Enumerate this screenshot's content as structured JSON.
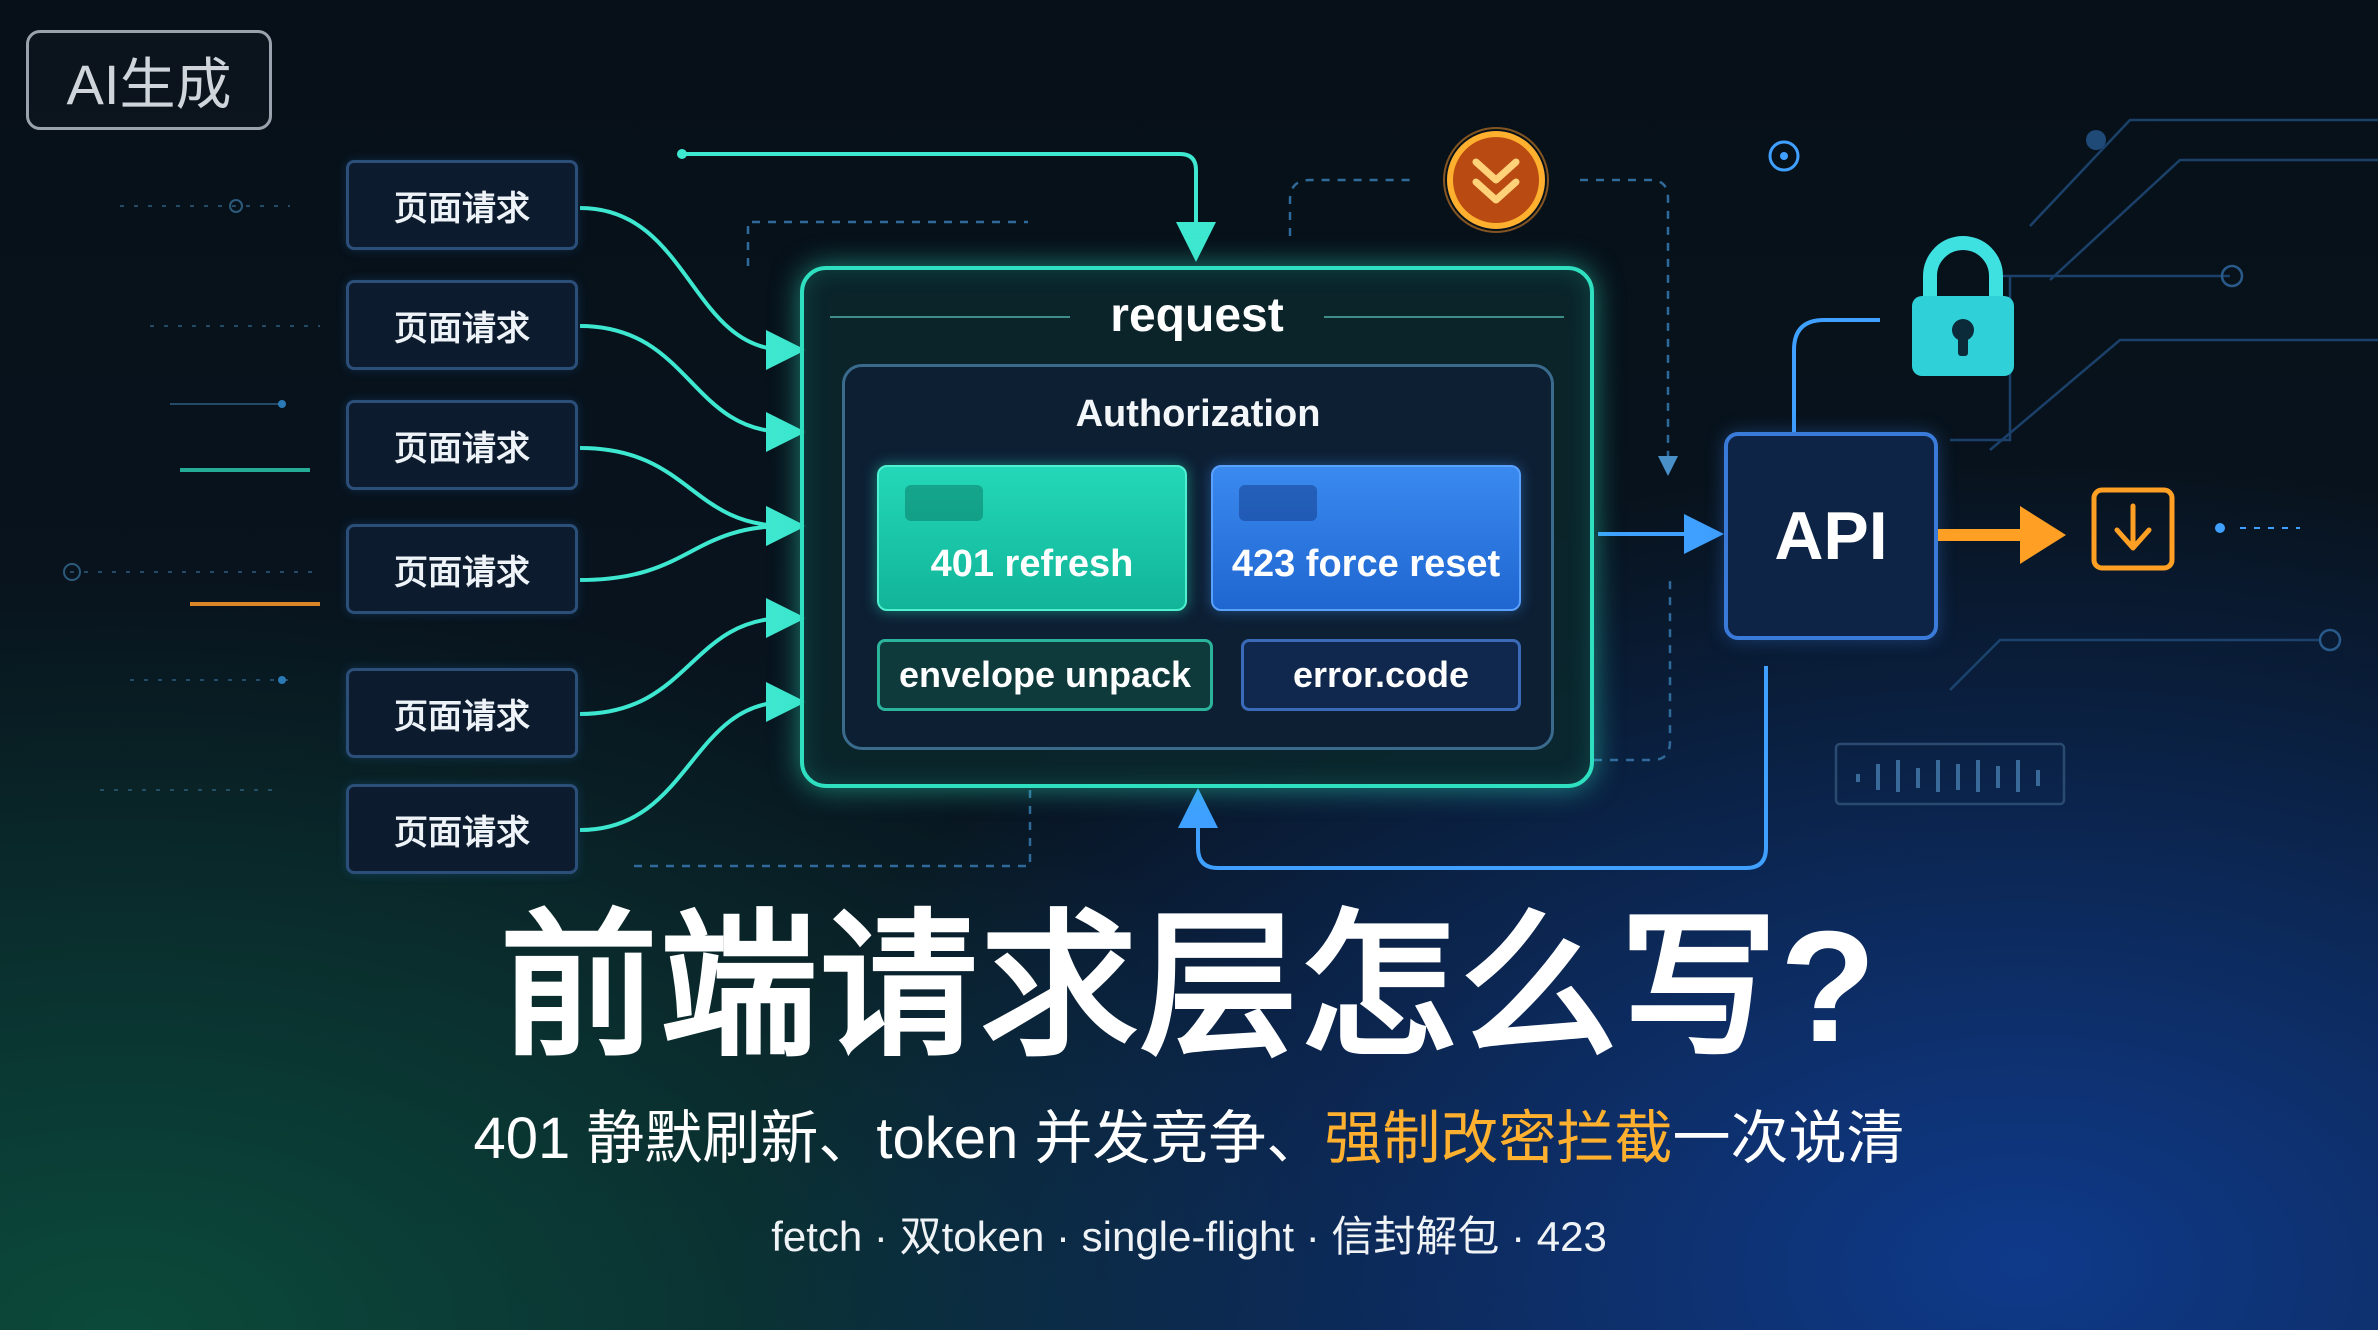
{
  "badge": {
    "label": "AI生成"
  },
  "page_requests": [
    "页面请求",
    "页面请求",
    "页面请求",
    "页面请求",
    "页面请求",
    "页面请求"
  ],
  "request_box": {
    "title": "request",
    "auth_title": "Authorization",
    "chip_refresh": "401 refresh",
    "chip_force_reset": "423 force reset",
    "chip_envelope": "envelope unpack",
    "chip_error_code": "error.code"
  },
  "api": {
    "label": "API"
  },
  "icons": [
    "double-chevron-down-icon",
    "lock-icon",
    "arrow-right-icon",
    "download-icon"
  ],
  "colors": {
    "accent_teal": "#2fe0c0",
    "accent_blue": "#3a8af0",
    "accent_orange": "#ffb02e"
  },
  "headline": "前端请求层怎么写?",
  "subline": {
    "part1": "401 静默刷新、token 并发竞争、",
    "highlight": "强制改密拦截",
    "part2": "一次说清"
  },
  "tags": "fetch · 双token · single-flight · 信封解包 · 423"
}
